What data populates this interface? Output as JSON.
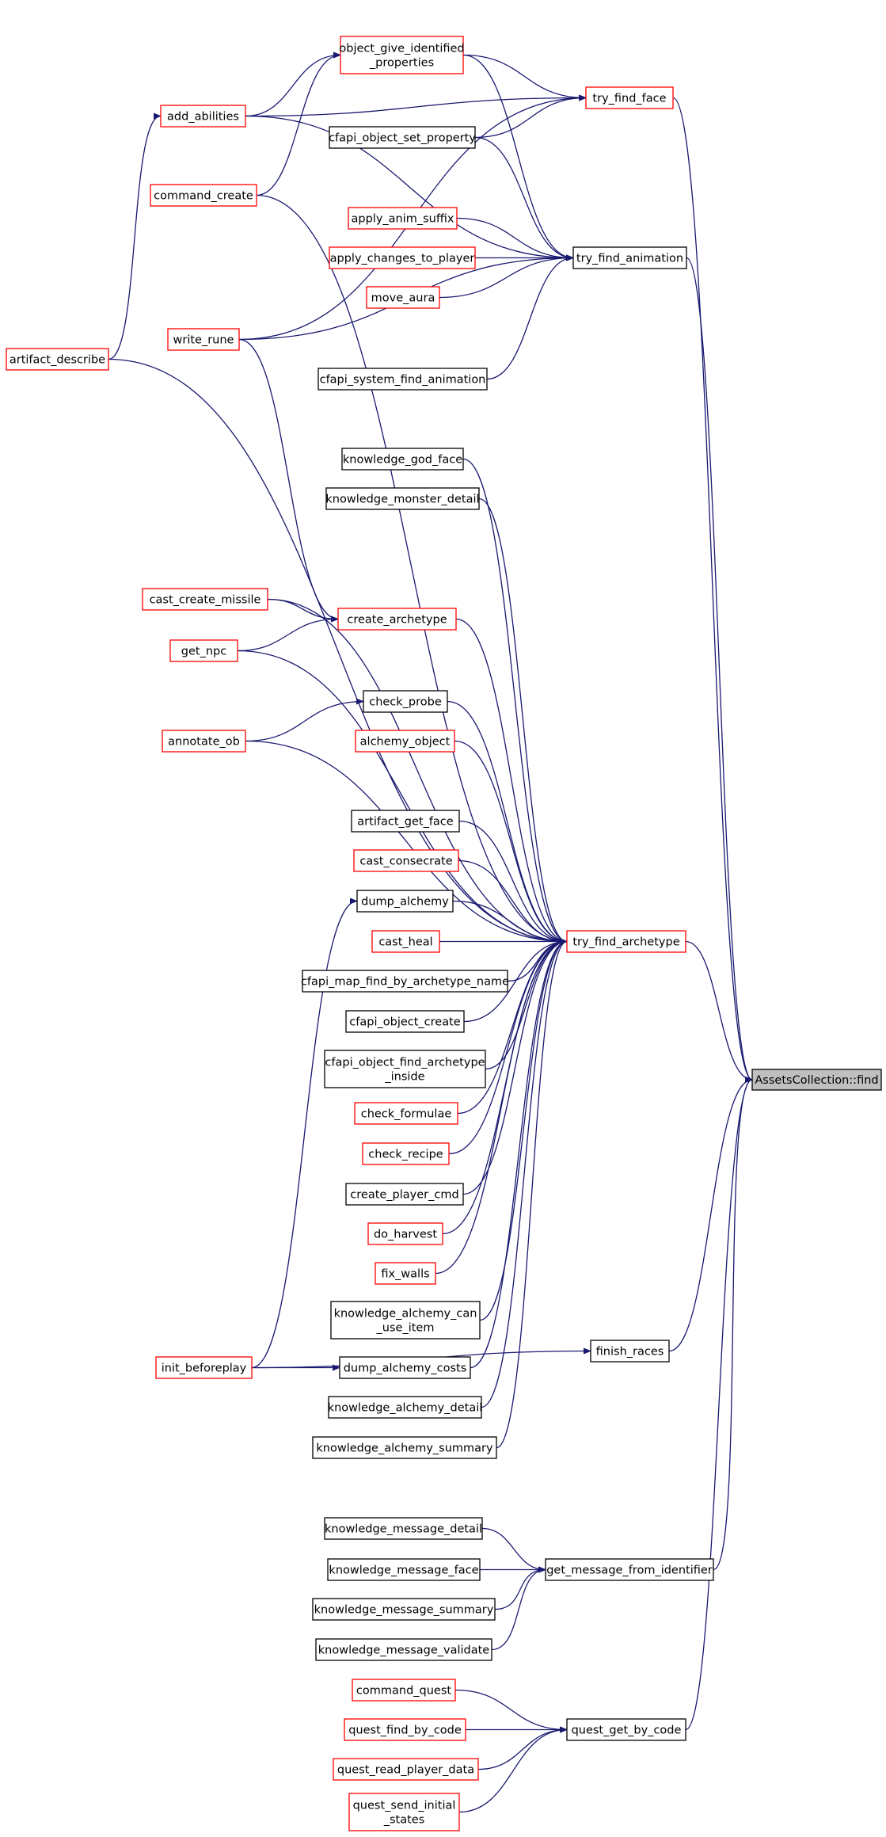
{
  "graph": {
    "colors": {
      "edge": "#191970",
      "ref_border": "#ff0000",
      "plain_border": "#000000",
      "root_fill": "#bfbfbf",
      "box_fill": "#ffffff",
      "text": "#000000"
    },
    "nodes": [
      {
        "id": "assets_find",
        "lines": [
          "AssetsCollection::find"
        ],
        "style": "root"
      },
      {
        "id": "try_find_face",
        "lines": [
          "try_find_face"
        ],
        "style": "ref"
      },
      {
        "id": "try_find_animation",
        "lines": [
          "try_find_animation"
        ],
        "style": "plain"
      },
      {
        "id": "try_find_archetype",
        "lines": [
          "try_find_archetype"
        ],
        "style": "ref"
      },
      {
        "id": "finish_races",
        "lines": [
          "finish_races"
        ],
        "style": "plain"
      },
      {
        "id": "get_message_from_identifier",
        "lines": [
          "get_message_from_identifier"
        ],
        "style": "plain"
      },
      {
        "id": "quest_get_by_code",
        "lines": [
          "quest_get_by_code"
        ],
        "style": "plain"
      },
      {
        "id": "object_give_identified_properties",
        "lines": [
          "object_give_identified",
          "_properties"
        ],
        "style": "ref"
      },
      {
        "id": "add_abilities",
        "lines": [
          "add_abilities"
        ],
        "style": "ref"
      },
      {
        "id": "cfapi_object_set_property",
        "lines": [
          "cfapi_object_set_property"
        ],
        "style": "plain"
      },
      {
        "id": "command_create",
        "lines": [
          "command_create"
        ],
        "style": "ref"
      },
      {
        "id": "apply_anim_suffix",
        "lines": [
          "apply_anim_suffix"
        ],
        "style": "ref"
      },
      {
        "id": "apply_changes_to_player",
        "lines": [
          "apply_changes_to_player"
        ],
        "style": "ref"
      },
      {
        "id": "move_aura",
        "lines": [
          "move_aura"
        ],
        "style": "ref"
      },
      {
        "id": "write_rune",
        "lines": [
          "write_rune"
        ],
        "style": "ref"
      },
      {
        "id": "artifact_describe",
        "lines": [
          "artifact_describe"
        ],
        "style": "ref"
      },
      {
        "id": "cfapi_system_find_animation",
        "lines": [
          "cfapi_system_find_animation"
        ],
        "style": "plain"
      },
      {
        "id": "knowledge_god_face",
        "lines": [
          "knowledge_god_face"
        ],
        "style": "plain"
      },
      {
        "id": "knowledge_monster_detail",
        "lines": [
          "knowledge_monster_detail"
        ],
        "style": "plain"
      },
      {
        "id": "cast_create_missile",
        "lines": [
          "cast_create_missile"
        ],
        "style": "ref"
      },
      {
        "id": "create_archetype",
        "lines": [
          "create_archetype"
        ],
        "style": "ref"
      },
      {
        "id": "get_npc",
        "lines": [
          "get_npc"
        ],
        "style": "ref"
      },
      {
        "id": "check_probe",
        "lines": [
          "check_probe"
        ],
        "style": "plain"
      },
      {
        "id": "alchemy_object",
        "lines": [
          "alchemy_object"
        ],
        "style": "ref"
      },
      {
        "id": "annotate_ob",
        "lines": [
          "annotate_ob"
        ],
        "style": "ref"
      },
      {
        "id": "artifact_get_face",
        "lines": [
          "artifact_get_face"
        ],
        "style": "plain"
      },
      {
        "id": "cast_consecrate",
        "lines": [
          "cast_consecrate"
        ],
        "style": "ref"
      },
      {
        "id": "dump_alchemy",
        "lines": [
          "dump_alchemy"
        ],
        "style": "plain"
      },
      {
        "id": "cast_heal",
        "lines": [
          "cast_heal"
        ],
        "style": "ref"
      },
      {
        "id": "cfapi_map_find_by_archetype_name",
        "lines": [
          "cfapi_map_find_by_archetype_name"
        ],
        "style": "plain"
      },
      {
        "id": "cfapi_object_create",
        "lines": [
          "cfapi_object_create"
        ],
        "style": "plain"
      },
      {
        "id": "cfapi_object_find_archetype_inside",
        "lines": [
          "cfapi_object_find_archetype",
          "_inside"
        ],
        "style": "plain"
      },
      {
        "id": "check_formulae",
        "lines": [
          "check_formulae"
        ],
        "style": "ref"
      },
      {
        "id": "check_recipe",
        "lines": [
          "check_recipe"
        ],
        "style": "ref"
      },
      {
        "id": "create_player_cmd",
        "lines": [
          "create_player_cmd"
        ],
        "style": "plain"
      },
      {
        "id": "do_harvest",
        "lines": [
          "do_harvest"
        ],
        "style": "ref"
      },
      {
        "id": "fix_walls",
        "lines": [
          "fix_walls"
        ],
        "style": "ref"
      },
      {
        "id": "knowledge_alchemy_can_use_item",
        "lines": [
          "knowledge_alchemy_can",
          "_use_item"
        ],
        "style": "plain"
      },
      {
        "id": "init_beforeplay",
        "lines": [
          "init_beforeplay"
        ],
        "style": "ref"
      },
      {
        "id": "dump_alchemy_costs",
        "lines": [
          "dump_alchemy_costs"
        ],
        "style": "plain"
      },
      {
        "id": "knowledge_alchemy_detail",
        "lines": [
          "knowledge_alchemy_detail"
        ],
        "style": "plain"
      },
      {
        "id": "knowledge_alchemy_summary",
        "lines": [
          "knowledge_alchemy_summary"
        ],
        "style": "plain"
      },
      {
        "id": "knowledge_message_detail",
        "lines": [
          "knowledge_message_detail"
        ],
        "style": "plain"
      },
      {
        "id": "knowledge_message_face",
        "lines": [
          "knowledge_message_face"
        ],
        "style": "plain"
      },
      {
        "id": "knowledge_message_summary",
        "lines": [
          "knowledge_message_summary"
        ],
        "style": "plain"
      },
      {
        "id": "knowledge_message_validate",
        "lines": [
          "knowledge_message_validate"
        ],
        "style": "plain"
      },
      {
        "id": "command_quest",
        "lines": [
          "command_quest"
        ],
        "style": "ref"
      },
      {
        "id": "quest_find_by_code",
        "lines": [
          "quest_find_by_code"
        ],
        "style": "ref"
      },
      {
        "id": "quest_read_player_data",
        "lines": [
          "quest_read_player_data"
        ],
        "style": "ref"
      },
      {
        "id": "quest_send_initial_states",
        "lines": [
          "quest_send_initial",
          "_states"
        ],
        "style": "ref"
      }
    ],
    "edges": [
      [
        "try_find_face",
        "assets_find"
      ],
      [
        "try_find_animation",
        "assets_find"
      ],
      [
        "try_find_archetype",
        "assets_find"
      ],
      [
        "finish_races",
        "assets_find"
      ],
      [
        "get_message_from_identifier",
        "assets_find"
      ],
      [
        "quest_get_by_code",
        "assets_find"
      ],
      [
        "object_give_identified_properties",
        "try_find_face"
      ],
      [
        "add_abilities",
        "try_find_face"
      ],
      [
        "cfapi_object_set_property",
        "try_find_face"
      ],
      [
        "write_rune",
        "try_find_face"
      ],
      [
        "add_abilities",
        "object_give_identified_properties"
      ],
      [
        "command_create",
        "object_give_identified_properties"
      ],
      [
        "artifact_describe",
        "add_abilities"
      ],
      [
        "object_give_identified_properties",
        "try_find_animation"
      ],
      [
        "add_abilities",
        "try_find_animation"
      ],
      [
        "cfapi_object_set_property",
        "try_find_animation"
      ],
      [
        "apply_anim_suffix",
        "try_find_animation"
      ],
      [
        "apply_changes_to_player",
        "try_find_animation"
      ],
      [
        "move_aura",
        "try_find_animation"
      ],
      [
        "write_rune",
        "try_find_animation"
      ],
      [
        "cfapi_system_find_animation",
        "try_find_animation"
      ],
      [
        "command_create",
        "try_find_archetype"
      ],
      [
        "knowledge_god_face",
        "try_find_archetype"
      ],
      [
        "knowledge_monster_detail",
        "try_find_archetype"
      ],
      [
        "artifact_describe",
        "try_find_archetype"
      ],
      [
        "cast_create_missile",
        "try_find_archetype"
      ],
      [
        "create_archetype",
        "try_find_archetype"
      ],
      [
        "get_npc",
        "try_find_archetype"
      ],
      [
        "check_probe",
        "try_find_archetype"
      ],
      [
        "alchemy_object",
        "try_find_archetype"
      ],
      [
        "annotate_ob",
        "try_find_archetype"
      ],
      [
        "artifact_get_face",
        "try_find_archetype"
      ],
      [
        "cast_consecrate",
        "try_find_archetype"
      ],
      [
        "dump_alchemy",
        "try_find_archetype"
      ],
      [
        "cast_heal",
        "try_find_archetype"
      ],
      [
        "cfapi_map_find_by_archetype_name",
        "try_find_archetype"
      ],
      [
        "cfapi_object_create",
        "try_find_archetype"
      ],
      [
        "cfapi_object_find_archetype_inside",
        "try_find_archetype"
      ],
      [
        "check_formulae",
        "try_find_archetype"
      ],
      [
        "check_recipe",
        "try_find_archetype"
      ],
      [
        "create_player_cmd",
        "try_find_archetype"
      ],
      [
        "do_harvest",
        "try_find_archetype"
      ],
      [
        "fix_walls",
        "try_find_archetype"
      ],
      [
        "knowledge_alchemy_can_use_item",
        "try_find_archetype"
      ],
      [
        "dump_alchemy_costs",
        "try_find_archetype"
      ],
      [
        "knowledge_alchemy_detail",
        "try_find_archetype"
      ],
      [
        "knowledge_alchemy_summary",
        "try_find_archetype"
      ],
      [
        "cast_create_missile",
        "create_archetype"
      ],
      [
        "get_npc",
        "create_archetype"
      ],
      [
        "write_rune",
        "create_archetype"
      ],
      [
        "annotate_ob",
        "check_probe"
      ],
      [
        "init_beforeplay",
        "dump_alchemy"
      ],
      [
        "init_beforeplay",
        "dump_alchemy_costs"
      ],
      [
        "init_beforeplay",
        "finish_races"
      ],
      [
        "knowledge_message_detail",
        "get_message_from_identifier"
      ],
      [
        "knowledge_message_face",
        "get_message_from_identifier"
      ],
      [
        "knowledge_message_summary",
        "get_message_from_identifier"
      ],
      [
        "knowledge_message_validate",
        "get_message_from_identifier"
      ],
      [
        "command_quest",
        "quest_get_by_code"
      ],
      [
        "quest_find_by_code",
        "quest_get_by_code"
      ],
      [
        "quest_read_player_data",
        "quest_get_by_code"
      ],
      [
        "quest_send_initial_states",
        "quest_get_by_code"
      ]
    ]
  }
}
